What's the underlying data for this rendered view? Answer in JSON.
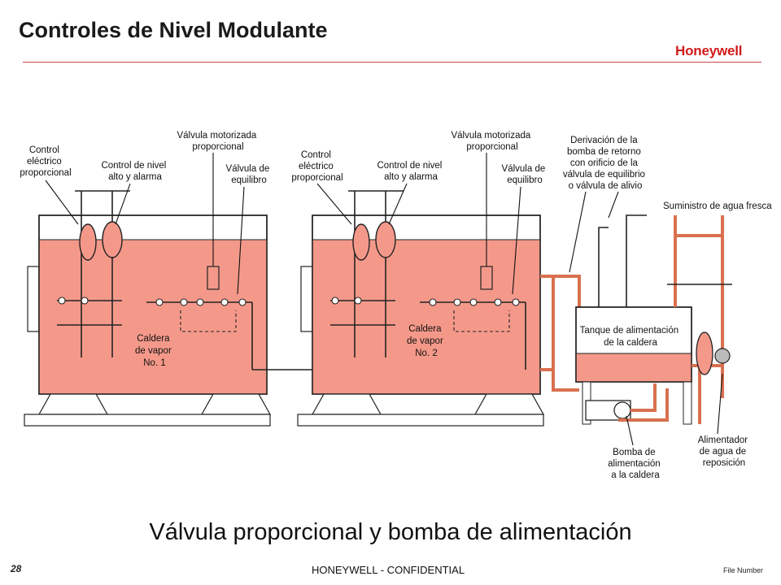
{
  "header": {
    "title": "Controles de Nivel Modulante",
    "logo": "Honeywell"
  },
  "diagram": {
    "label_control_1": [
      "Control",
      "eléctrico",
      "proporcional"
    ],
    "label_nivel_1": [
      "Control de nivel",
      "alto y alarma"
    ],
    "label_motor_1": [
      "Válvula motorizada",
      "proporcional"
    ],
    "label_equil_1": [
      "Válvula de",
      "equilibro"
    ],
    "label_caldera_1": [
      "Caldera",
      "de vapor",
      "No. 1"
    ],
    "label_control_2": [
      "Control",
      "eléctrico",
      "proporcional"
    ],
    "label_nivel_2": [
      "Control de nivel",
      "alto y alarma"
    ],
    "label_motor_2": [
      "Válvula motorizada",
      "proporcional"
    ],
    "label_equil_2": [
      "Válvula de",
      "equilibro"
    ],
    "label_caldera_2": [
      "Caldera",
      "de vapor",
      "No. 2"
    ],
    "label_derivacion": [
      "Derivación de la",
      "bomba de retorno",
      "con orificio de la",
      "válvula de equilibrio",
      "o válvula de alivio"
    ],
    "label_suministro": "Suministro de agua fresca",
    "label_tanque": [
      "Tanque de alimentación",
      "de la caldera"
    ],
    "label_bomba": [
      "Bomba de",
      "alimentación",
      "a la caldera"
    ],
    "label_alimentador": [
      "Alimentador",
      "de agua de",
      "reposición"
    ],
    "colors": {
      "water": "#f4998a",
      "pipe": "#d9704f",
      "line": "#222222"
    }
  },
  "caption": "Válvula proporcional y bomba de alimentación",
  "footer": {
    "page_number": "28",
    "confidential": "HONEYWELL - CONFIDENTIAL",
    "file_number": "File Number"
  }
}
